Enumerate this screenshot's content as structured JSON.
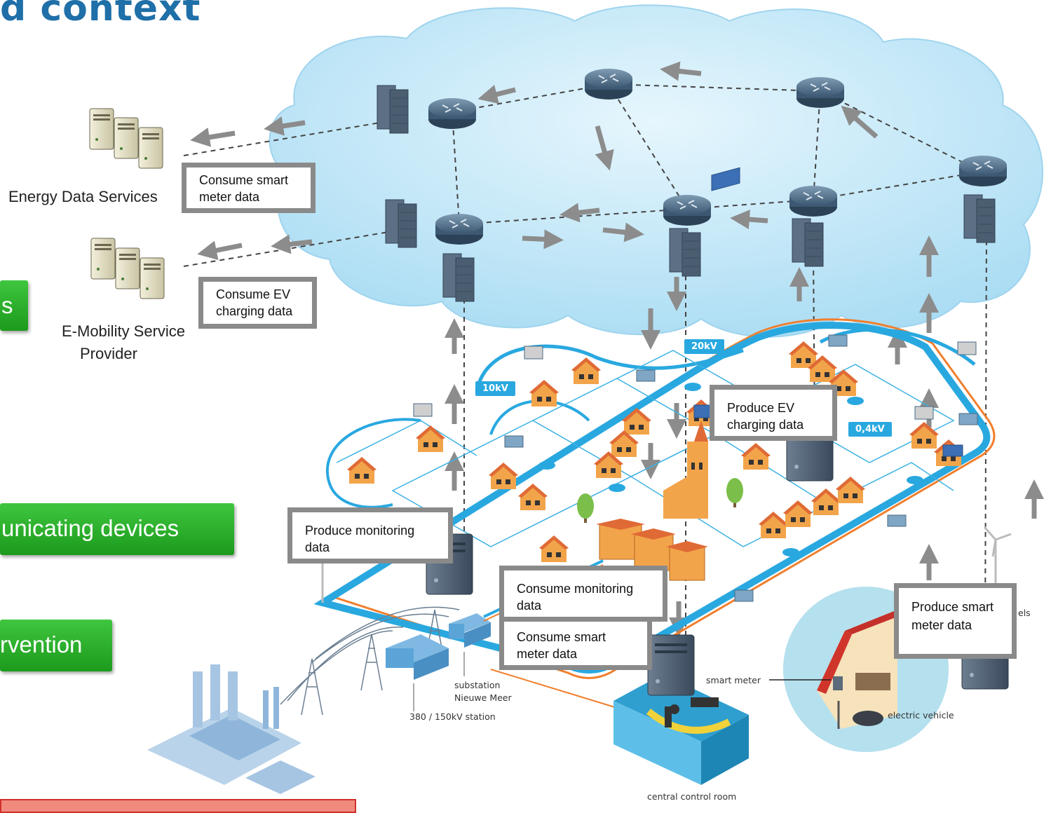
{
  "title": "d context",
  "services": {
    "energy_data": "Energy Data Services",
    "emobility_line1": "E-Mobility Service",
    "emobility_line2": "Provider"
  },
  "green_boxes": {
    "box1": "s",
    "box2": "unicating devices",
    "box3": "rvention"
  },
  "callouts": {
    "consume_smart_meter_1": "Consume smart meter data",
    "consume_ev_charging": "Consume EV charging data",
    "produce_ev_charging": "Produce EV charging data",
    "produce_monitoring": "Produce monitoring data",
    "consume_monitoring": "Consume monitoring data",
    "consume_smart_meter_2": "Consume smart meter data",
    "produce_smart_meter": "Produce smart meter data"
  },
  "grid_labels": {
    "kv_20": "20kV",
    "kv_10": "10kV",
    "kv_04": "0,4kV",
    "substation_line1": "substation",
    "substation_line2": "Nieuwe Meer",
    "station": "380 / 150kV station",
    "smart_meter": "smart meter",
    "electric_vehicle": "electric vehicle",
    "central_control_room": "central control room",
    "panels_fragment": "els"
  },
  "colors": {
    "title": "#1f6fa8",
    "cloud": "#bfe6f7",
    "grid_line": "#29a8e0",
    "cable_orange": "#f07f2e",
    "callout_border": "#8a8a8a",
    "green_box": "#2bb52b",
    "arrow": "#8c8c8c"
  }
}
